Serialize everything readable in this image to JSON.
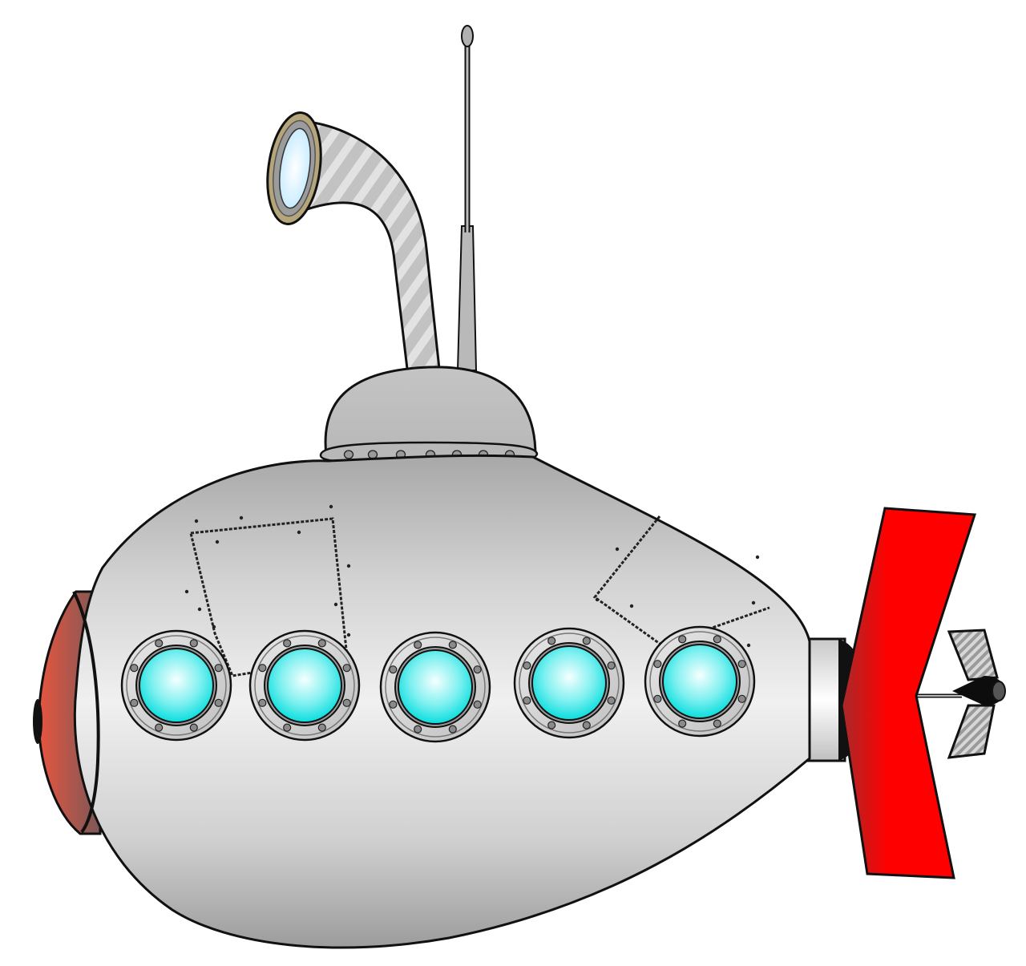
{
  "colors": {
    "background": "#ffffff",
    "hull_light": "#efefef",
    "hull_mid": "#cfcfcf",
    "hull_dark": "#9a9a9a",
    "outline": "#111111",
    "glass_center": "#f6ffff",
    "glass_edge": "#00dede",
    "rudder": "#ff0000",
    "rudder_shade": "#b02020",
    "nose": "#e05540",
    "nose_shade": "#7a5555",
    "periscope_rim": "#9a8a66"
  },
  "icons": {
    "hull": "submarine-hull-icon",
    "porthole": "porthole-icon",
    "periscope": "periscope-icon",
    "antenna": "antenna-icon",
    "tower": "conning-tower-icon",
    "rudder": "rudder-icon",
    "propeller": "propeller-icon",
    "nose": "nose-cone-icon"
  },
  "scene": {
    "subject": "submarine",
    "porthole_count": 5,
    "porthole_bolts": 8
  }
}
